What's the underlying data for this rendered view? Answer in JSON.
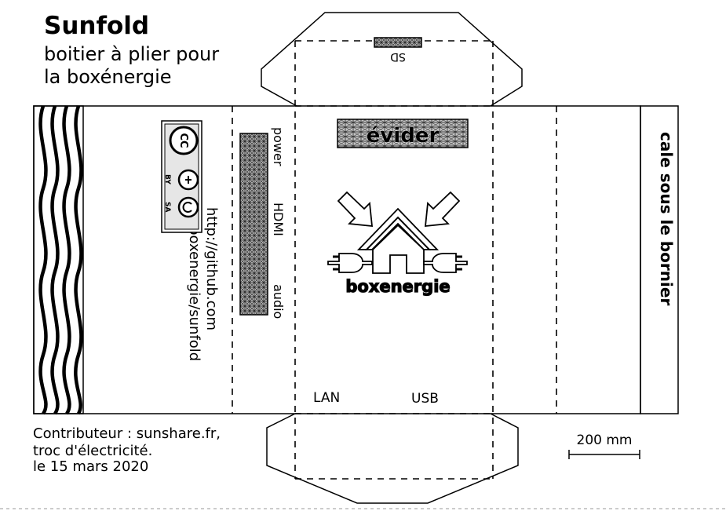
{
  "title": "Sunfold",
  "subtitle_line1": "boitier à plier pour",
  "subtitle_line2": "la boxénergie",
  "cutout_label": "évider",
  "sd_label": "SD",
  "ports_power": "power",
  "ports_hdmi": "HDMI",
  "ports_audio": "audio",
  "url_line1": "http://github.com",
  "url_line2": "/boxenergie/sunfold",
  "logo_text": "boxenergie",
  "lan_label": "LAN",
  "usb_label": "USB",
  "side_label": "cale sous le bornier",
  "credit_line1": "Contributeur : sunshare.fr,",
  "credit_line2": "troc d'électricité.",
  "credit_line3": "le 15 mars 2020",
  "scale_label": "200 mm",
  "license_cc": "CC",
  "license_by": "BY",
  "license_sa": "SA"
}
